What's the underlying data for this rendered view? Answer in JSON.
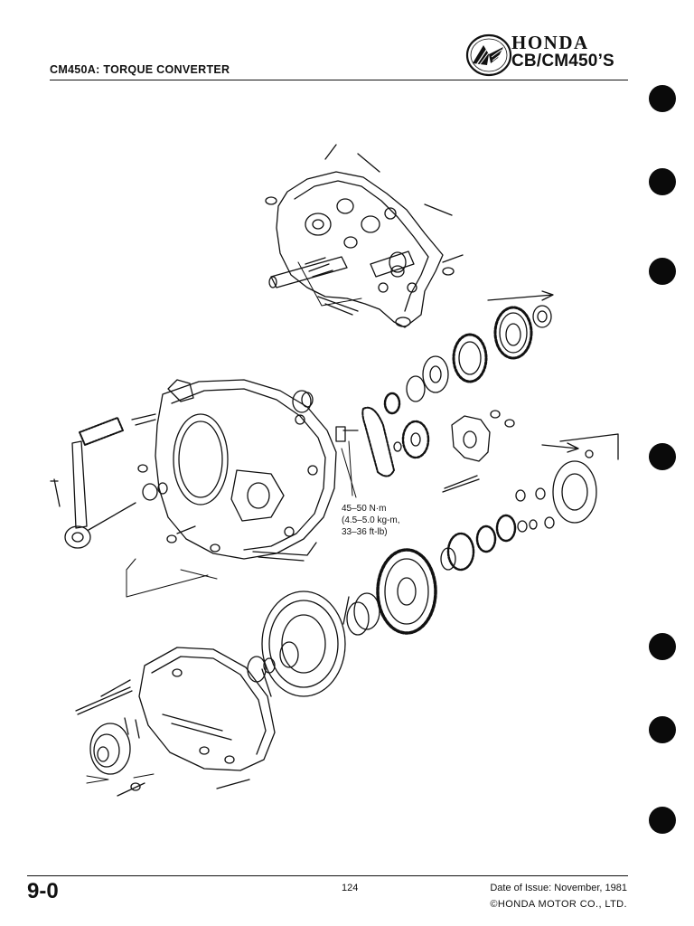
{
  "header": {
    "section_title": "CM450A: TORQUE CONVERTER",
    "brand": "HONDA",
    "model": "CB/CM450’S"
  },
  "callout": {
    "torque_lines": [
      "45–50 N·m",
      "(4.5–5.0 kg-m,",
      "33–36 ft-lb)"
    ]
  },
  "footer": {
    "section": "9-0",
    "page_number": "124",
    "issue_date": "Date of Issue: November, 1981",
    "copyright": "©HONDA MOTOR CO., LTD."
  },
  "icons": [
    "honda-wing-logo-icon"
  ],
  "colors": {
    "ink": "#111111",
    "paper": "#ffffff"
  }
}
